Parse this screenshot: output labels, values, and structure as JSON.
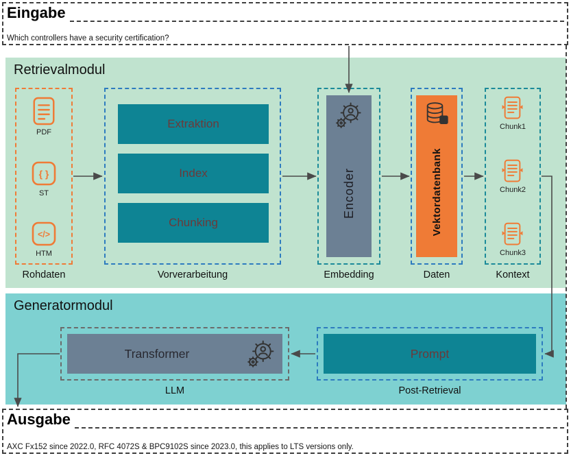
{
  "colors": {
    "orange": "#ef7b36",
    "teal_box": "#0e8494",
    "teal_box_text": "#6b3a3a",
    "slate_box": "#6c8094",
    "retrieval_bg": "#c0e3cf",
    "generator_bg": "#7ed1d1",
    "border_dark": "#3f3f3f",
    "border_blue": "#2d7bbf",
    "border_teal": "#1b8a99",
    "border_gray": "#6b6b6b",
    "arrow": "#4a4a4a"
  },
  "eingabe": {
    "title": "Eingabe",
    "query": "Which controllers have a security certification?"
  },
  "retrieval": {
    "title": "Retrievalmodul",
    "rohdaten": {
      "label": "Rohdaten",
      "files": [
        {
          "type": "PDF",
          "icon": "pdf-document-icon"
        },
        {
          "type": "ST",
          "icon": "structured-text-braces-icon"
        },
        {
          "type": "HTM",
          "icon": "html-code-icon"
        }
      ]
    },
    "vorverarbeitung": {
      "label": "Vorverarbeitung",
      "steps": [
        "Extraktion",
        "Index",
        "Chunking"
      ]
    },
    "embedding": {
      "label": "Embedding",
      "component": "Encoder",
      "icon": "ai-gears-person-icon"
    },
    "daten": {
      "label": "Daten",
      "component": "Vektordatenbank",
      "icon": "vector-database-icon"
    },
    "kontext": {
      "label": "Kontext",
      "chunk_icon": "chunk-document-icon",
      "chunks": [
        "Chunk1",
        "Chunk2",
        "Chunk3"
      ]
    }
  },
  "generator": {
    "title": "Generatormodul",
    "llm": {
      "label": "LLM",
      "component": "Transformer",
      "icon": "ai-gears-person-icon"
    },
    "post_retrieval": {
      "label": "Post-Retrieval",
      "component": "Prompt"
    }
  },
  "ausgabe": {
    "title": "Ausgabe",
    "answer": "AXC Fx152 since 2022.0, RFC 4072S & BPC9102S since 2023.0, this applies to LTS versions only."
  },
  "flow": [
    "Eingabe -> Embedding",
    "Rohdaten -> Vorverarbeitung",
    "Vorverarbeitung -> Embedding",
    "Embedding -> Daten",
    "Daten -> Kontext",
    "Kontext -> Post-Retrieval",
    "Post-Retrieval -> LLM",
    "LLM -> Ausgabe"
  ]
}
